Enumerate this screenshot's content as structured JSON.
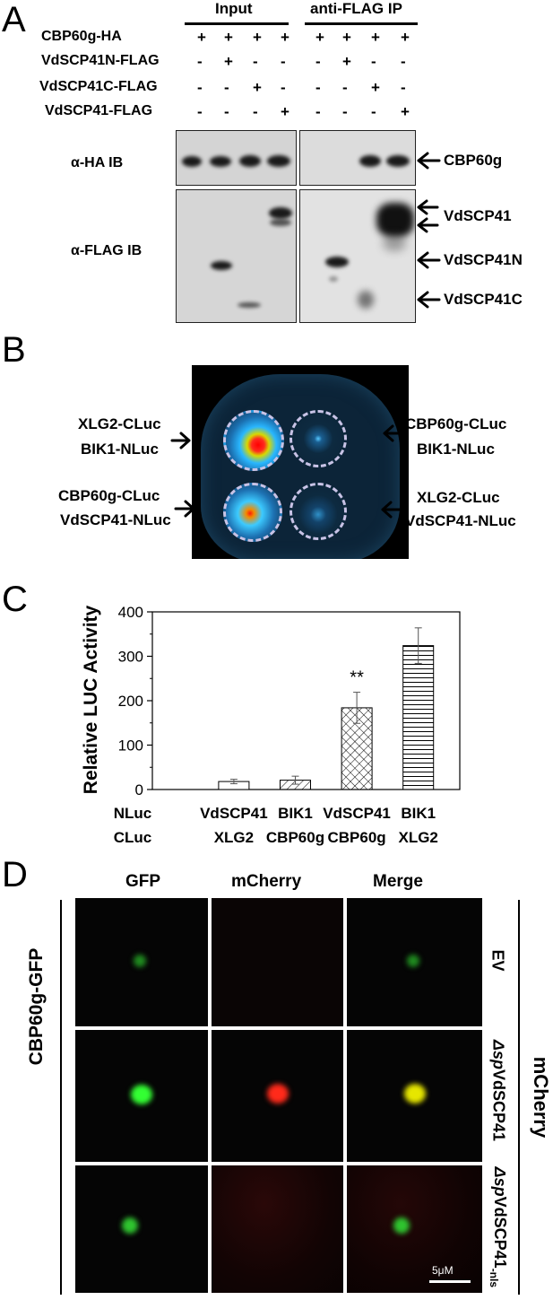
{
  "panels": {
    "a": "A",
    "b": "B",
    "c": "C",
    "d": "D"
  },
  "panel_a": {
    "input_header": "Input",
    "ip_header": "anti-FLAG IP",
    "rows": [
      {
        "label": "CBP60g-HA",
        "signs": [
          "+",
          "+",
          "+",
          "+",
          "+",
          "+",
          "+",
          "+"
        ]
      },
      {
        "label": "VdSCP41N-FLAG",
        "signs": [
          "-",
          "+",
          "-",
          "-",
          "-",
          "+",
          "-",
          "-"
        ]
      },
      {
        "label": "VdSCP41C-FLAG",
        "signs": [
          "-",
          "-",
          "+",
          "-",
          "-",
          "-",
          "+",
          "-"
        ]
      },
      {
        "label": "VdSCP41-FLAG",
        "signs": [
          "-",
          "-",
          "-",
          "+",
          "-",
          "-",
          "-",
          "+"
        ]
      }
    ],
    "ha_ib": "α-HA IB",
    "flag_ib": "α-FLAG IB",
    "arrow_labels": [
      "CBP60g",
      "VdSCP41",
      "VdSCP41N",
      "VdSCP41C"
    ]
  },
  "panel_b": {
    "left_top": [
      "XLG2-CLuc",
      "BIK1-NLuc"
    ],
    "left_bottom": [
      "CBP60g-CLuc",
      "VdSCP41-NLuc"
    ],
    "right_top": [
      "CBP60g-CLuc",
      "BIK1-NLuc"
    ],
    "right_bottom": [
      "XLG2-CLuc",
      "VdSCP41-NLuc"
    ]
  },
  "chart_data": {
    "type": "bar",
    "ylabel": "Relative LUC Activity",
    "ylim": [
      0,
      400
    ],
    "yticks": [
      0,
      100,
      200,
      300,
      400
    ],
    "categories": [
      [
        "NLuc",
        "CLuc"
      ],
      [
        "VdSCP41",
        "XLG2"
      ],
      [
        "BIK1",
        "CBP60g"
      ],
      [
        "VdSCP41",
        "CBP60g"
      ],
      [
        "BIK1",
        "XLG2"
      ]
    ],
    "values": [
      null,
      18,
      21,
      184,
      324
    ],
    "errors": [
      null,
      5,
      9,
      35,
      40
    ],
    "patterns": [
      "none",
      "blank",
      "diagonal",
      "crosshatch",
      "horizontal"
    ],
    "annotation": {
      "index": 3,
      "text": "**"
    }
  },
  "panel_d": {
    "columns": [
      "GFP",
      "mCherry",
      "Merge"
    ],
    "row_label_left": "CBP60g-GFP",
    "row_labels_right": [
      "EV",
      "Δsp",
      "VdSCP41",
      "Δsp",
      "VdSCP41",
      "-nls"
    ],
    "side_label": "mCherry",
    "scale": "5μM"
  }
}
